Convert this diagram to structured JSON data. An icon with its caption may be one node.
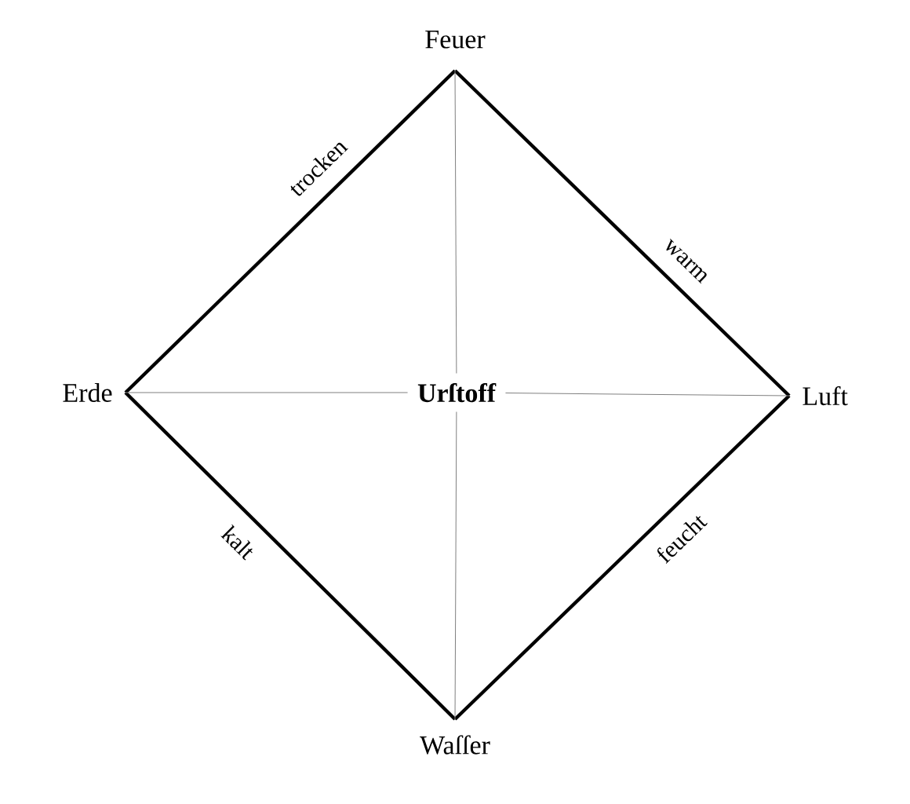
{
  "diagram": {
    "nodes": [
      {
        "text": [
          "Feuer"
        ]
      },
      {
        "text": [
          "Erde"
        ]
      },
      {
        "text": [
          "Urſtoff"
        ]
      },
      {
        "text": [
          "Luft"
        ]
      },
      {
        "text": [
          "Waſſer"
        ]
      }
    ],
    "edges": [
      {
        "from": 0,
        "to": 1,
        "arrow": "none",
        "label": "trocken",
        "style": "thick"
      },
      {
        "from": 0,
        "to": 3,
        "arrow": "none",
        "label": "warm",
        "style": "thick"
      },
      {
        "from": 1,
        "to": 4,
        "arrow": "none",
        "label": "kalt",
        "style": "thick"
      },
      {
        "from": 4,
        "to": 3,
        "arrow": "none",
        "label": "feucht",
        "style": "thick"
      },
      {
        "from": 0,
        "to": 2,
        "arrow": "none",
        "color": "#808080"
      },
      {
        "from": 2,
        "to": 4,
        "arrow": "none",
        "color": "#808080"
      },
      {
        "from": 1,
        "to": 2,
        "arrow": "none",
        "color": "#808080"
      },
      {
        "from": 2,
        "to": 3,
        "arrow": "none",
        "color": "#808080"
      }
    ]
  }
}
